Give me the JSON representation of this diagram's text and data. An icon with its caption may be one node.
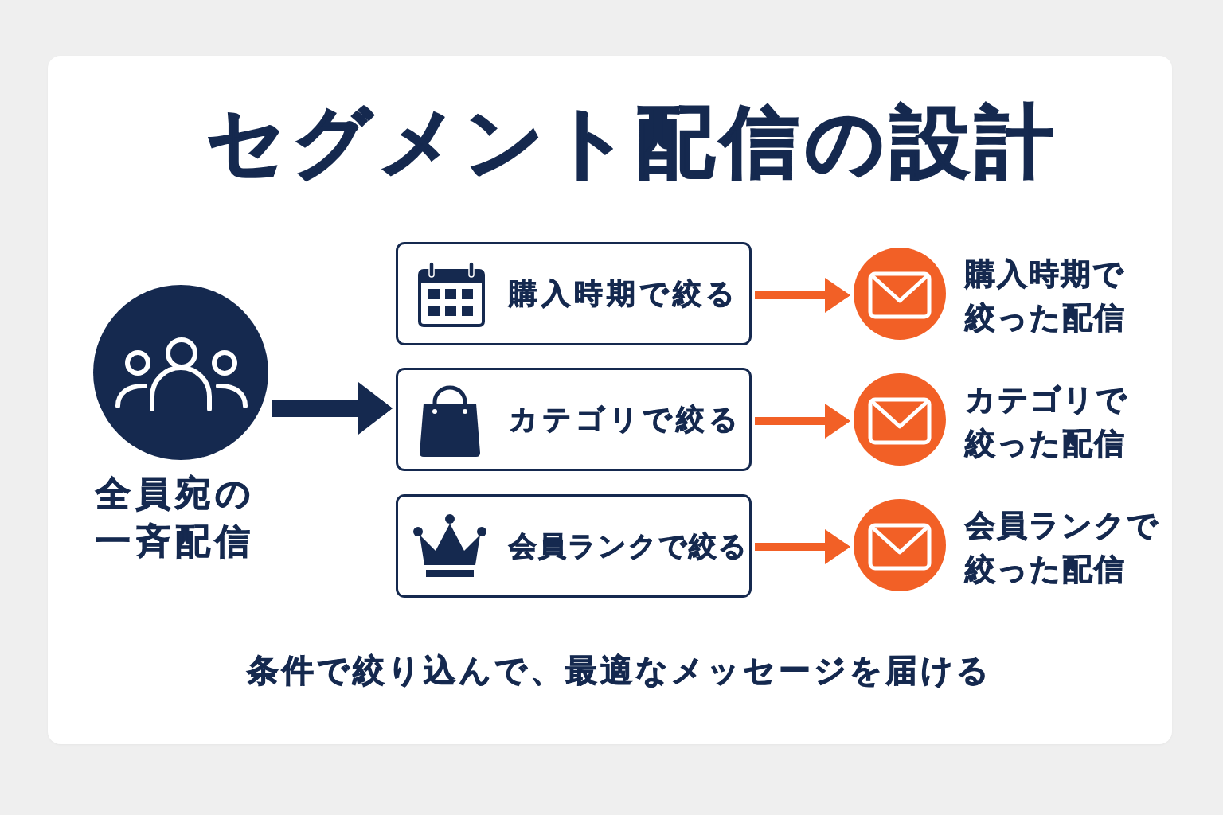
{
  "diagram": {
    "title": "セグメント配信の設計",
    "caption": "条件で絞り込んで、最適なメッセージを届ける",
    "nodes": [
      {
        "text": [
          "全員宛の一斉配信"
        ]
      },
      {
        "text": [
          "購入時期で絞る"
        ]
      },
      {
        "text": [
          "カテゴリで絞る"
        ]
      },
      {
        "text": [
          "会員ランクで絞る"
        ]
      },
      {
        "text": [
          "購入時期で絞った配信"
        ]
      },
      {
        "text": [
          "カテゴリで絞った配信"
        ]
      },
      {
        "text": [
          "会員ランクで絞った配信"
        ]
      }
    ],
    "edges": [
      {
        "from": 0,
        "to": 2,
        "arrow": "to",
        "style": "thick",
        "color": "#15294f"
      },
      {
        "from": 1,
        "to": 4,
        "arrow": "to"
      },
      {
        "from": 2,
        "to": 5,
        "arrow": "to"
      },
      {
        "from": 3,
        "to": 6,
        "arrow": "to"
      }
    ]
  }
}
